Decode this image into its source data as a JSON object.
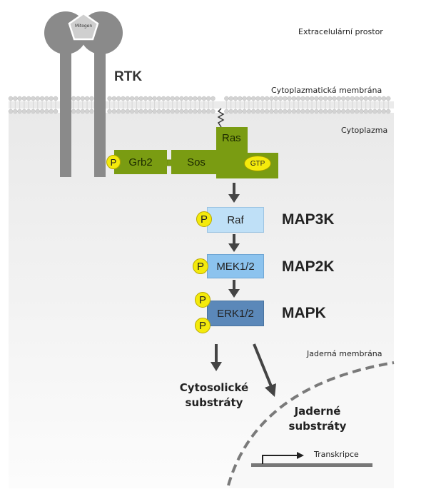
{
  "regions": {
    "extracellular": "Extracelulární prostor",
    "plasma_membrane": "Cytoplazmatická membrána",
    "cytoplasm": "Cytoplazma",
    "nuclear_membrane": "Jaderná membrána"
  },
  "receptor": {
    "label": "RTK",
    "ligand": "Mitogen"
  },
  "proteins": {
    "grb2": "Grb2",
    "sos": "Sos",
    "ras": "Ras",
    "gtp": "GTP",
    "raf": "Raf",
    "mek": "MEK1/2",
    "erk": "ERK1/2"
  },
  "phospho_label": "P",
  "levels": {
    "map3k": "MAP3K",
    "map2k": "MAP2K",
    "mapk": "MAPK"
  },
  "substrates": {
    "cytosolic_line1": "Cytosolické",
    "cytosolic_line2": "substráty",
    "nuclear_line1": "Jaderné",
    "nuclear_line2": "substráty"
  },
  "gene": {
    "label": "Transkripce"
  },
  "colors": {
    "receptor": "#8a8a8a",
    "membrane_head": "#d3d3d3",
    "cytoplasm_bg": "#f2f2f2",
    "green_protein": "#7a9c12",
    "raf": "#bfe0f7",
    "mek": "#8cc3ee",
    "erk": "#5b88b9",
    "phospho": "#f4ea0c",
    "arrow": "#444444"
  }
}
